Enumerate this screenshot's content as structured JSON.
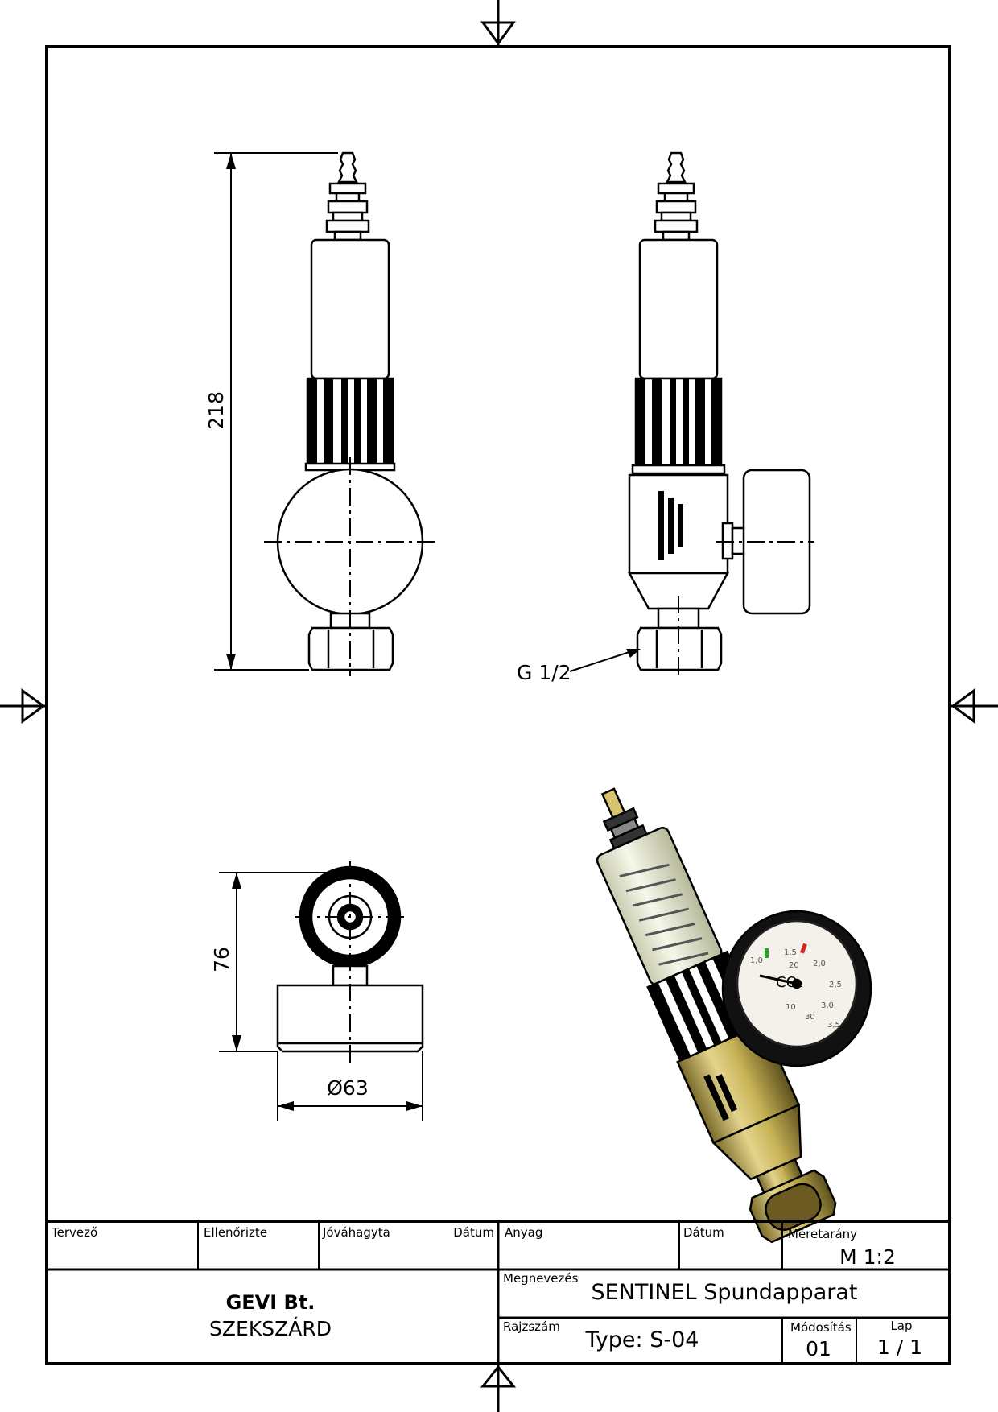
{
  "dimensions": {
    "height_front": "218",
    "height_top": "76",
    "diameter_top": "Ø63",
    "thread": "G 1/2"
  },
  "title_block": {
    "designer_label": "Tervező",
    "checked_label": "Ellenőrizte",
    "approved_label": "Jóváhagyta",
    "date_label": "Dátum",
    "material_label": "Anyag",
    "date2_label": "Dátum",
    "scale_label": "Méretarány",
    "scale_value": "M 1:2",
    "company_name": "GEVI Bt.",
    "company_city": "SZEKSZÁRD",
    "name_label": "Megnevezés",
    "name_value": "SENTINEL Spundapparat",
    "drawing_no_label": "Rajzszám",
    "drawing_no_value": "Type: S-04",
    "revision_label": "Módosítás",
    "revision_value": "01",
    "sheet_label": "Lap",
    "sheet_value": "1  / 1"
  },
  "gauge_label": "CO₂",
  "colors": {
    "line": "#000000",
    "brass": "#c9b458",
    "gauge_face": "#f4f1ea",
    "tube": "#e9ead6",
    "green_mark": "#2aa32a",
    "red_mark": "#d6281e"
  }
}
